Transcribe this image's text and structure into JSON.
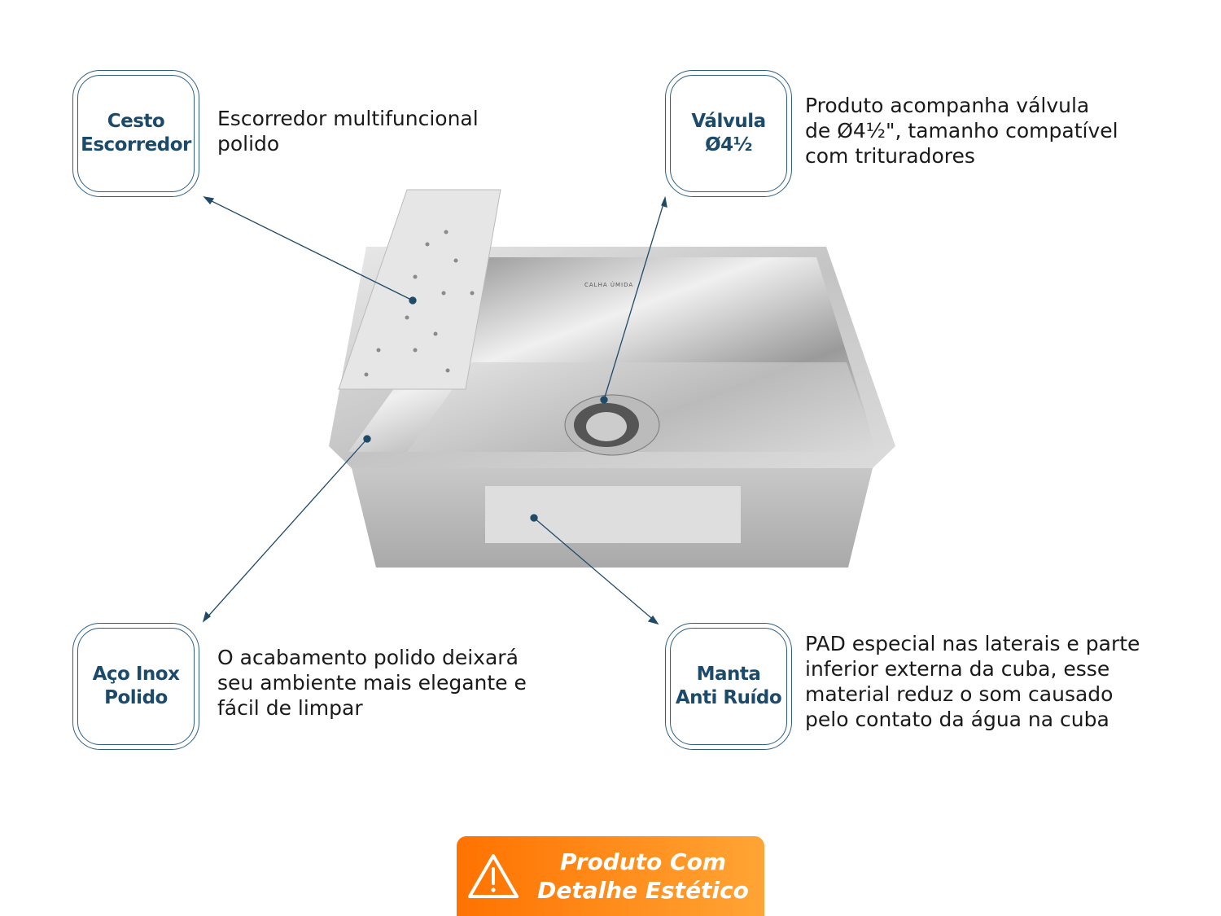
{
  "features": [
    {
      "title": "Cesto\nEscorredor",
      "description": "Escorredor multifuncional\npolido"
    },
    {
      "title": "Válvula\nØ4½",
      "description": "Produto acompanha válvula\nde Ø4½\", tamanho compatível\ncom trituradores"
    },
    {
      "title": "Aço Inox\nPolido",
      "description": "O acabamento polido deixará\nseu ambiente mais elegante e\nfácil de limpar"
    },
    {
      "title": "Manta\nAnti Ruído",
      "description": "PAD especial nas laterais e parte\ninferior externa da cuba, esse\nmaterial reduz o som causado\npelo contato da água na cuba"
    }
  ],
  "product_engraving": "CALHA ÚMIDA",
  "notice": {
    "label": "Produto Com\nDetalhe Estético",
    "icon": "warning-icon"
  },
  "colors": {
    "accent": "#1c4a6a",
    "notice_start": "#ff7200",
    "notice_end": "#ffa535"
  }
}
